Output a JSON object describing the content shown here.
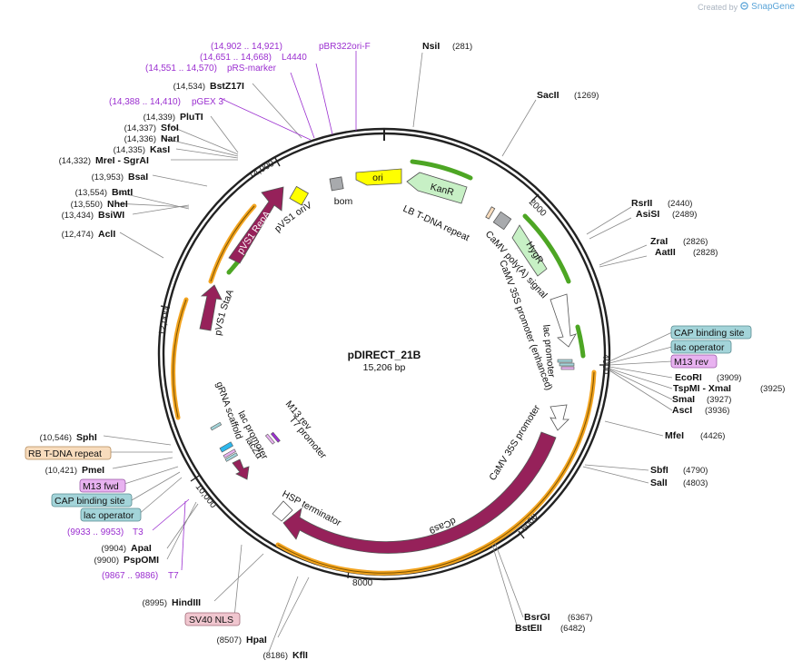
{
  "credit": {
    "prefix": "Created by",
    "brand": "SnapGene"
  },
  "plasmid": {
    "name": "pDIRECT_21B",
    "size": "15,206 bp",
    "length": 15206
  },
  "ticks": [
    "2000",
    "4000",
    "6000",
    "8000",
    "10,000",
    "12,000",
    "14,000"
  ],
  "colors": {
    "arrow": "#96215a",
    "green": "#4da624",
    "orange": "#f3a41f",
    "primer": "#9b2fd0"
  },
  "enzymes_right": [
    {
      "pos": "(281)",
      "name": "NsiI"
    },
    {
      "pos": "(1269)",
      "name": "SacII"
    },
    {
      "pos": "(2440)",
      "name": "RsrII"
    },
    {
      "pos": "(2489)",
      "name": "AsiSI"
    },
    {
      "pos": "(2826)",
      "name": "ZraI"
    },
    {
      "pos": "(2828)",
      "name": "AatII"
    },
    {
      "pos": "(3909)",
      "name": "EcoRI"
    },
    {
      "pos": "(3925)",
      "name": "TspMI - XmaI"
    },
    {
      "pos": "(3927)",
      "name": "SmaI"
    },
    {
      "pos": "(3936)",
      "name": "AscI"
    },
    {
      "pos": "(4426)",
      "name": "MfeI"
    },
    {
      "pos": "(4790)",
      "name": "SbfI"
    },
    {
      "pos": "(4803)",
      "name": "SalI"
    },
    {
      "pos": "(6367)",
      "name": "BsrGI"
    },
    {
      "pos": "(6482)",
      "name": "BstEII"
    }
  ],
  "enzymes_left": [
    {
      "pos": "(14,534)",
      "name": "BstZ17I"
    },
    {
      "pos": "(14,339)",
      "name": "PluTI"
    },
    {
      "pos": "(14,337)",
      "name": "SfoI"
    },
    {
      "pos": "(14,336)",
      "name": "NarI"
    },
    {
      "pos": "(14,335)",
      "name": "KasI"
    },
    {
      "pos": "(14,332)",
      "name": "MreI - SgrAI"
    },
    {
      "pos": "(13,953)",
      "name": "BsaI"
    },
    {
      "pos": "(13,554)",
      "name": "BmtI"
    },
    {
      "pos": "(13,550)",
      "name": "NheI"
    },
    {
      "pos": "(13,434)",
      "name": "BsiWI"
    },
    {
      "pos": "(12,474)",
      "name": "AclI"
    },
    {
      "pos": "(10,546)",
      "name": "SphI"
    },
    {
      "pos": "(10,421)",
      "name": "PmeI"
    },
    {
      "pos": "(9904)",
      "name": "ApaI"
    },
    {
      "pos": "(9900)",
      "name": "PspOMI"
    },
    {
      "pos": "(8995)",
      "name": "HindIII"
    },
    {
      "pos": "(8507)",
      "name": "HpaI"
    },
    {
      "pos": "(8186)",
      "name": "KflI"
    }
  ],
  "primers": [
    {
      "pos": "(14,902 .. 14,921)",
      "name": "pBR322ori-F"
    },
    {
      "pos": "(14,651 .. 14,668)",
      "name": "L4440"
    },
    {
      "pos": "(14,551 .. 14,570)",
      "name": "pRS-marker"
    },
    {
      "pos": "(14,388 .. 14,410)",
      "name": "pGEX 3'"
    },
    {
      "pos": "(9933 .. 9953)",
      "name": "T3"
    },
    {
      "pos": "(9867 .. 9886)",
      "name": "T7"
    }
  ],
  "box_labels": [
    {
      "text": "CAP binding site",
      "fill": "#a3d4d9"
    },
    {
      "text": "lac operator",
      "fill": "#a3d4d9"
    },
    {
      "text": "M13 rev",
      "fill": "#e8b2f0"
    },
    {
      "text": "RB T-DNA repeat",
      "fill": "#f8dcbd"
    },
    {
      "text": "M13 fwd",
      "fill": "#e8b2f0"
    },
    {
      "text": "CAP binding site",
      "fill": "#a3d4d9"
    },
    {
      "text": "lac operator",
      "fill": "#a3d4d9"
    },
    {
      "text": "SV40 NLS",
      "fill": "#f0c6cf"
    }
  ],
  "features": [
    "ori",
    "KanR",
    "bom",
    "pVS1 oriV",
    "pVS1 RepA",
    "pVS1 StaA",
    "LB T-DNA repeat",
    "CaMV poly(A) signal",
    "HygR",
    "CaMV 35S promoter (enhanced)",
    "lac promoter",
    "CaMV 35S promoter",
    "dCas9",
    "HSP terminator",
    "M13 rev",
    "T7 promoter",
    "lac promoter",
    "gRNA scaffold",
    "lacZα"
  ]
}
